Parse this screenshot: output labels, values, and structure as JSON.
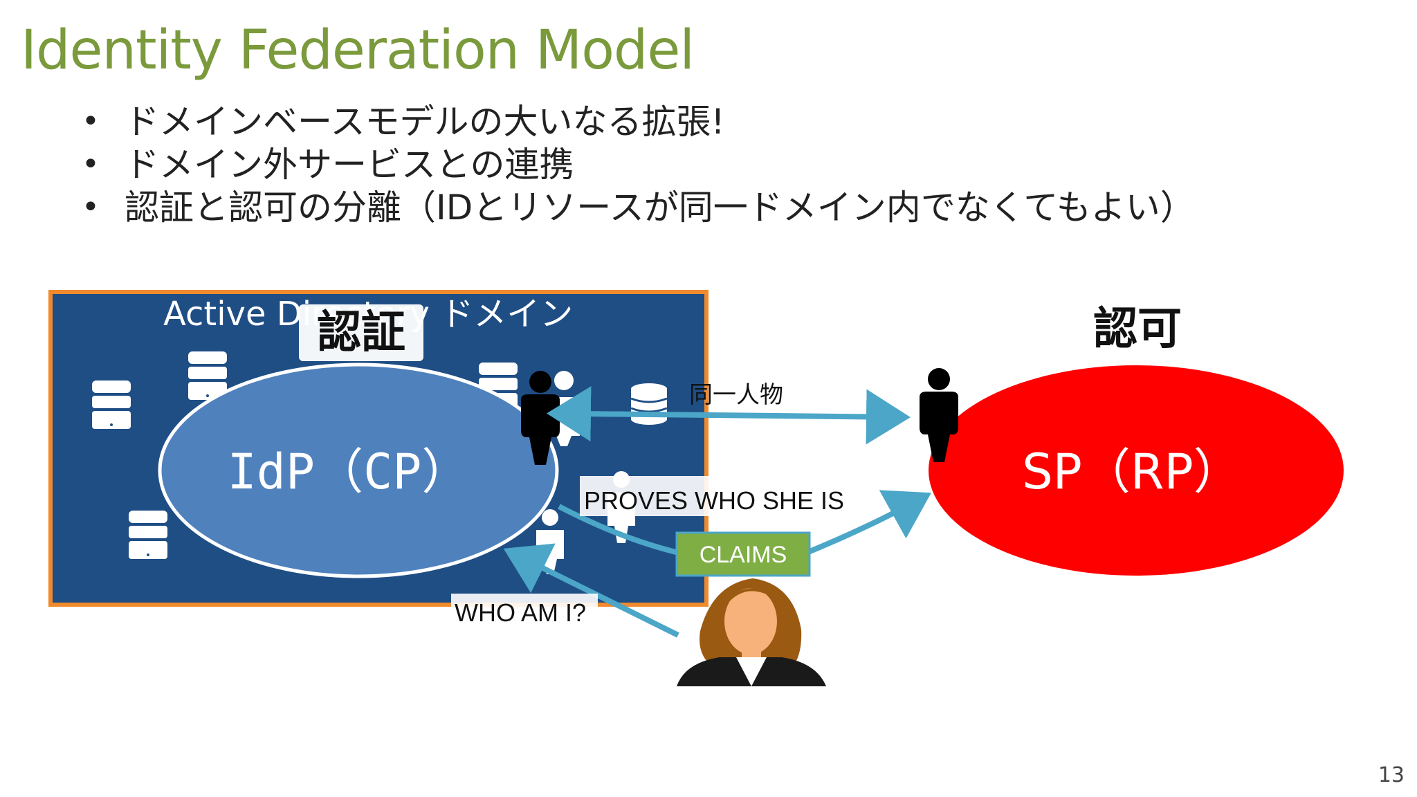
{
  "slide": {
    "title": "Identity  Federation Model",
    "bullets": [
      "ドメインベースモデルの大いなる拡張!",
      "ドメイン外サービスとの連携",
      "認証と認可の分離（IDとリソースが同一ドメイン内でなくてもよい）"
    ],
    "bullet_symbol": "•",
    "page_number": "13"
  },
  "diagram": {
    "ad_domain_label": "Active Directory ドメイン",
    "authn_label": "認証",
    "authz_label": "認可",
    "idp_label": "IdP（CP）",
    "sp_label": "SP（RP）",
    "same_person_label": "同一人物",
    "proves_label": "PROVES WHO SHE IS",
    "claims_label": "CLAIMS",
    "who_am_i_label": "WHO AM I?",
    "colors": {
      "title": "#7a9a3c",
      "ad_box_fill": "#1f4e85",
      "ad_box_border": "#f08a2c",
      "idp_fill": "#4f81bd",
      "sp_fill": "#ff0000",
      "arrow": "#4ba6c8",
      "claims_fill": "#7fae45"
    }
  }
}
